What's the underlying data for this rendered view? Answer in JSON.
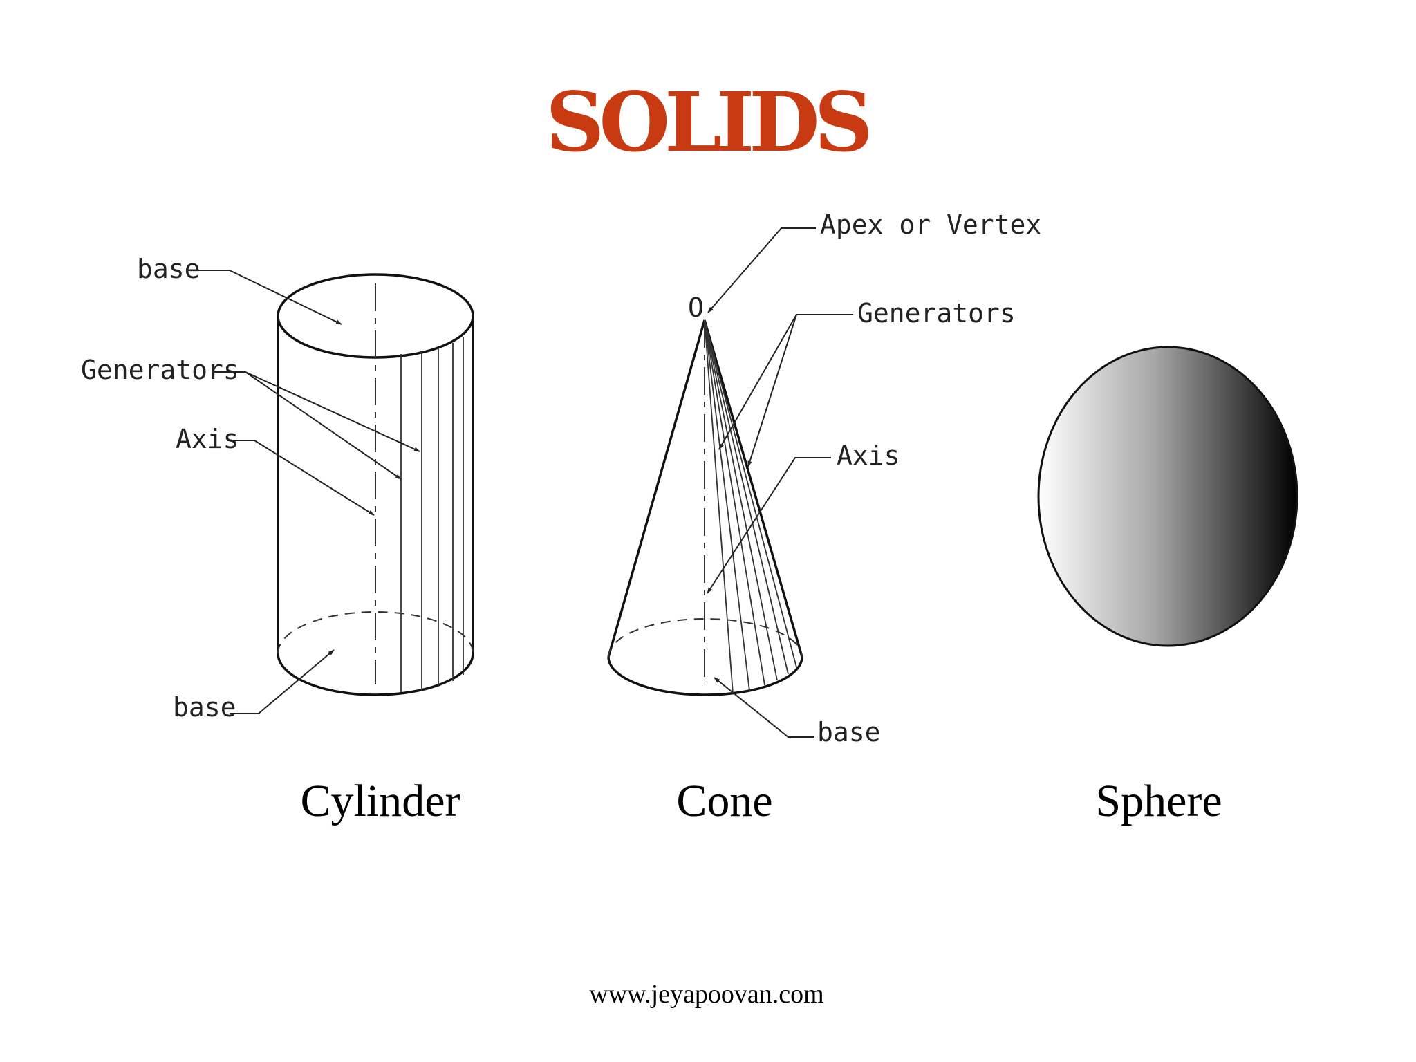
{
  "title": "SOLIDS",
  "colors": {
    "title": "#c83a12",
    "line": "#111111",
    "sphere_light": "#ffffff",
    "sphere_dark": "#000000"
  },
  "cylinder": {
    "caption": "Cylinder",
    "labels": {
      "base_top": "base",
      "generators": "Generators",
      "axis": "Axis",
      "base_bottom": "base"
    }
  },
  "cone": {
    "caption": "Cone",
    "labels": {
      "apex_point": "O",
      "apex": "Apex or Vertex",
      "generators": "Generators",
      "axis": "Axis",
      "base": "base"
    }
  },
  "sphere": {
    "caption": "Sphere"
  },
  "footer": "www.jeyapoovan.com"
}
